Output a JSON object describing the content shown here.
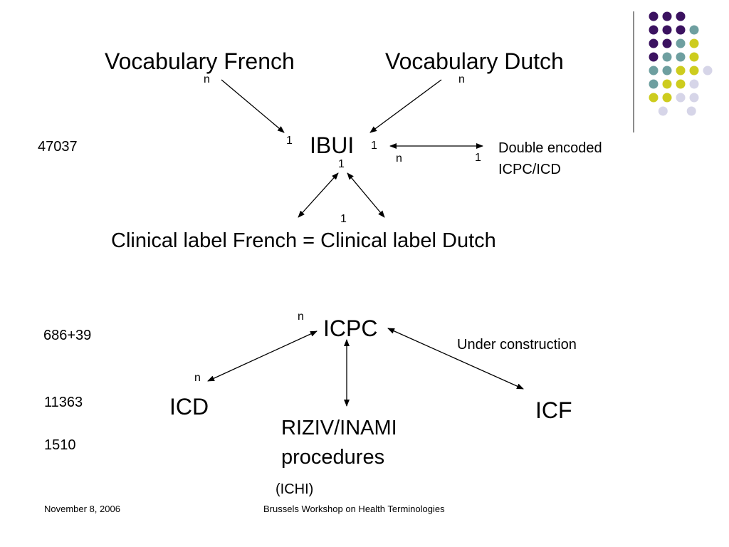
{
  "nodes": {
    "vocab_french": "Vocabulary French",
    "vocab_dutch": "Vocabulary Dutch",
    "ibui": "IBUI",
    "double_encoded_line1": "Double encoded",
    "double_encoded_line2": "ICPC/ICD",
    "clinical_label": "Clinical label French = Clinical label Dutch",
    "icpc": "ICPC",
    "icd": "ICD",
    "icf": "ICF",
    "riziv_line1": "RIZIV/INAMI",
    "riziv_line2": "procedures",
    "ichi": "(ICHI)",
    "under_construction": "Under construction"
  },
  "cardinalities": {
    "vf_n": "n",
    "vd_n": "n",
    "ibui_left_1": "1",
    "ibui_right_1": "1",
    "ibui_bottom_1": "1",
    "de_n": "n",
    "de_1": "1",
    "clinical_1": "1",
    "icpc_n": "n",
    "icd_n": "n"
  },
  "counts": {
    "ibui_count": "47037",
    "icpc_count": "686+39",
    "icd_count": "11363",
    "riziv_count": "1510"
  },
  "footer": {
    "date": "November 8, 2006",
    "title": "Brussels  Workshop on Health Terminologies"
  },
  "colors": {
    "dark_purple": "#3b1260",
    "teal": "#6e9fa0",
    "olive": "#cdcc1e",
    "lavender": "#d6d5e8",
    "divider": "#8c8c8c"
  }
}
